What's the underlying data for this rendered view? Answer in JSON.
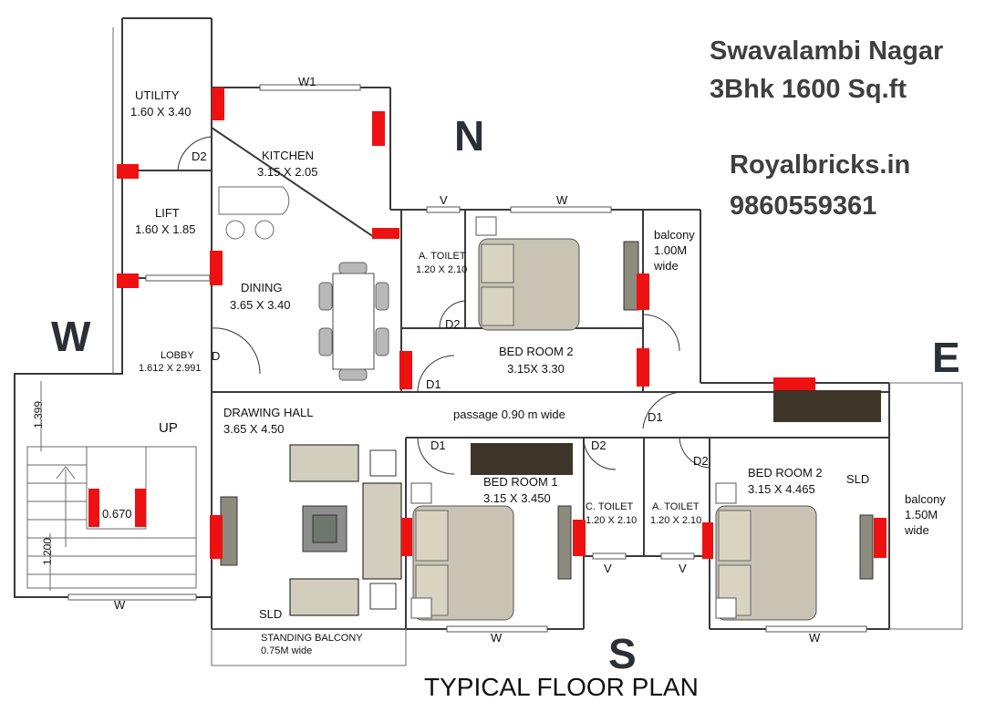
{
  "project": {
    "title_line1": "Swavalambi Nagar",
    "title_line2": "3Bhk 1600 Sq.ft",
    "website": "Royalbricks.in",
    "phone": "9860559361"
  },
  "compass": {
    "north": "N",
    "south": "S",
    "east": "E",
    "west": "W"
  },
  "rooms": {
    "utility": {
      "name": "UTILITY",
      "size": "1.60 X 3.40"
    },
    "kitchen": {
      "name": "KITCHEN",
      "size": "3.15 X 2.05"
    },
    "lift": {
      "name": "LIFT",
      "size": "1.60 X 1.85"
    },
    "dining": {
      "name": "DINING",
      "size": "3.65 X 3.40"
    },
    "lobby": {
      "name": "LOBBY",
      "size": "1.612 X 2.991"
    },
    "drawing_hall": {
      "name": "DRAWING HALL",
      "size": "3.65 X 4.50"
    },
    "attached_toilet_top": {
      "name": "A. TOILET",
      "size": "1.20 X 2.10"
    },
    "bedroom2_north": {
      "name": "BED ROOM 2",
      "size": "3.15X 3.30"
    },
    "balcony_north": {
      "line1": "balcony",
      "line2": "1.00M",
      "line3": "wide"
    },
    "passage": {
      "label": "passage 0.90 m wide"
    },
    "bedroom1": {
      "name": "BED ROOM 1",
      "size": "3.15 X 3.450"
    },
    "common_toilet": {
      "name": "C. TOILET",
      "size": "1.20 X 2.10"
    },
    "attached_toilet_bottom": {
      "name": "A. TOILET",
      "size": "1.20 X 2.10"
    },
    "bedroom2_east": {
      "name": "BED ROOM 2",
      "size": "3.15 X 4.465"
    },
    "balcony_east": {
      "line1": "balcony",
      "line2": "1.50M",
      "line3": "wide"
    },
    "standing_balcony": {
      "name": "STANDING BALCONY",
      "size": "0.75M wide"
    }
  },
  "labels": {
    "w1": "W1",
    "w": "W",
    "v": "V",
    "d": "D",
    "d1": "D1",
    "d2": "D2",
    "sld": "SLD",
    "up": "UP",
    "dim_1399": "1.399",
    "dim_0670": "0.670",
    "dim_1200": "1.200"
  },
  "footer": {
    "caption": "TYPICAL FLOOR PLAN"
  },
  "colors": {
    "column": "#ee1111",
    "wall": "#3a3a3a",
    "header_text": "#3f3f3f"
  }
}
